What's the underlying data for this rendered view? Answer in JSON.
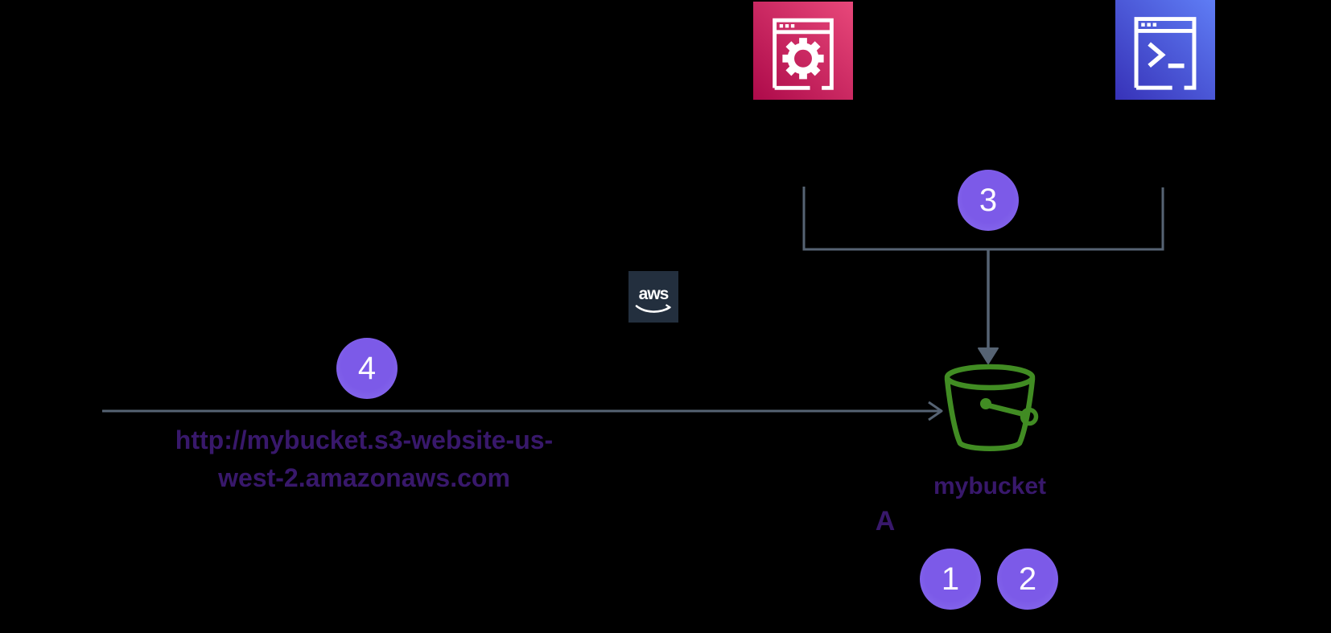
{
  "labels": {
    "bucket_name": "mybucket",
    "annotation_a": "A",
    "url_line1": "http://mybucket.s3-website-us-",
    "url_line2": "west-2.amazonaws.com",
    "aws_logo": "aws"
  },
  "badges": [
    {
      "label": "1"
    },
    {
      "label": "2"
    },
    {
      "label": "3"
    },
    {
      "label": "4"
    }
  ],
  "icons": {
    "console_icon": "aws-management-console",
    "cli_icon": "aws-command-line-interface",
    "bucket_icon": "s3-bucket",
    "aws_logo_icon": "aws-logo"
  },
  "colors": {
    "background": "#000000",
    "connector_line": "#566373",
    "badge_purple": "#7d5ce8",
    "text_indigo": "#38186b",
    "bucket_green": "#418c23",
    "console_gradient_light": "#e8487a",
    "console_gradient_dark": "#ad0a4a",
    "cli_gradient_light": "#5f7df5",
    "cli_gradient_dark": "#3732b8",
    "aws_logo_bg": "#232f3e"
  }
}
